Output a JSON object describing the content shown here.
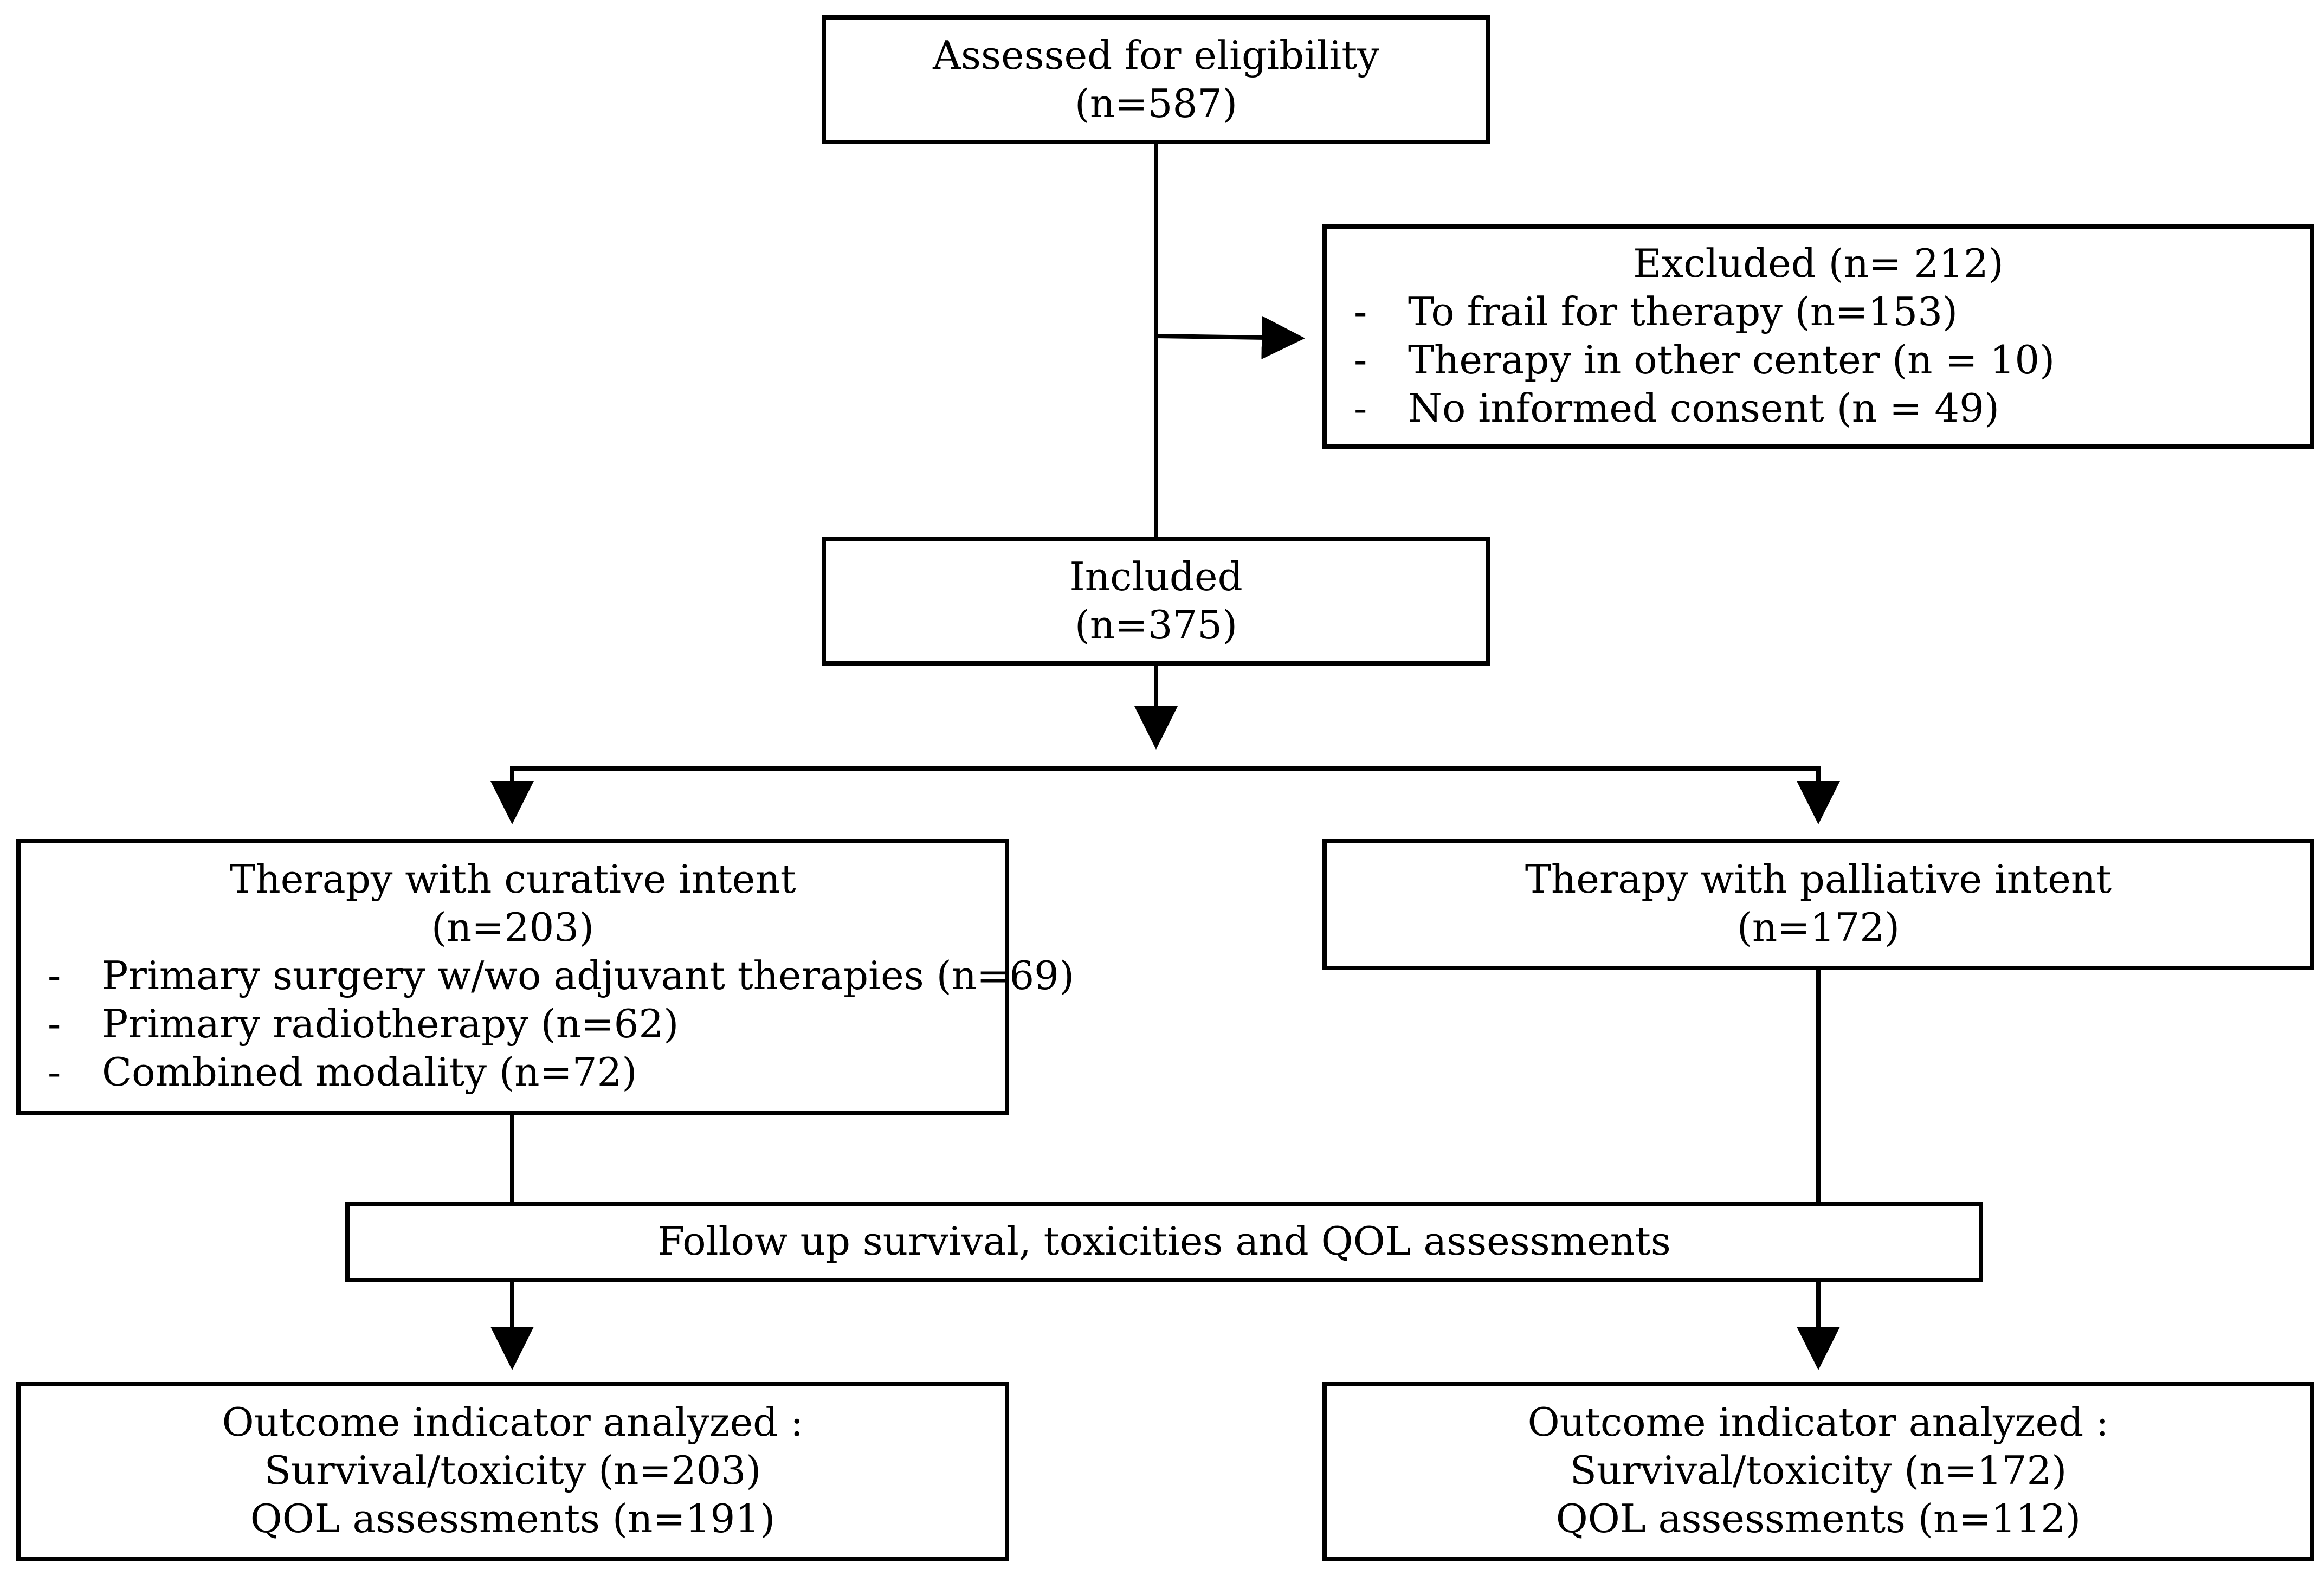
{
  "assessed": {
    "title": "Assessed for eligibility",
    "count": "(n=587)"
  },
  "excluded": {
    "title": "Excluded (n= 212)",
    "items": [
      {
        "bullet": "-",
        "text": "To frail for therapy (n=153)"
      },
      {
        "bullet": "-",
        "text": "Therapy in other center (n = 10)"
      },
      {
        "bullet": "-",
        "text": "No informed consent (n = 49)"
      }
    ]
  },
  "included": {
    "title": "Included",
    "count": "(n=375)"
  },
  "curative": {
    "title": "Therapy with curative intent",
    "count": "(n=203)",
    "items": [
      {
        "bullet": "-",
        "text": "Primary surgery w/wo adjuvant therapies (n=69)"
      },
      {
        "bullet": "-",
        "text": "Primary radiotherapy (n=62)"
      },
      {
        "bullet": "-",
        "text": "Combined modality (n=72)"
      }
    ]
  },
  "palliative": {
    "title": "Therapy with palliative intent",
    "count": "(n=172)"
  },
  "followup": {
    "title": "Follow up survival, toxicities and QOL assessments"
  },
  "outcome_curative": {
    "title": "Outcome indicator analyzed :",
    "line1": "Survival/toxicity (n=203)",
    "line2": "QOL assessments (n=191)"
  },
  "outcome_palliative": {
    "title": "Outcome indicator analyzed :",
    "line1": "Survival/toxicity (n=172)",
    "line2": "QOL assessments (n=112)"
  }
}
